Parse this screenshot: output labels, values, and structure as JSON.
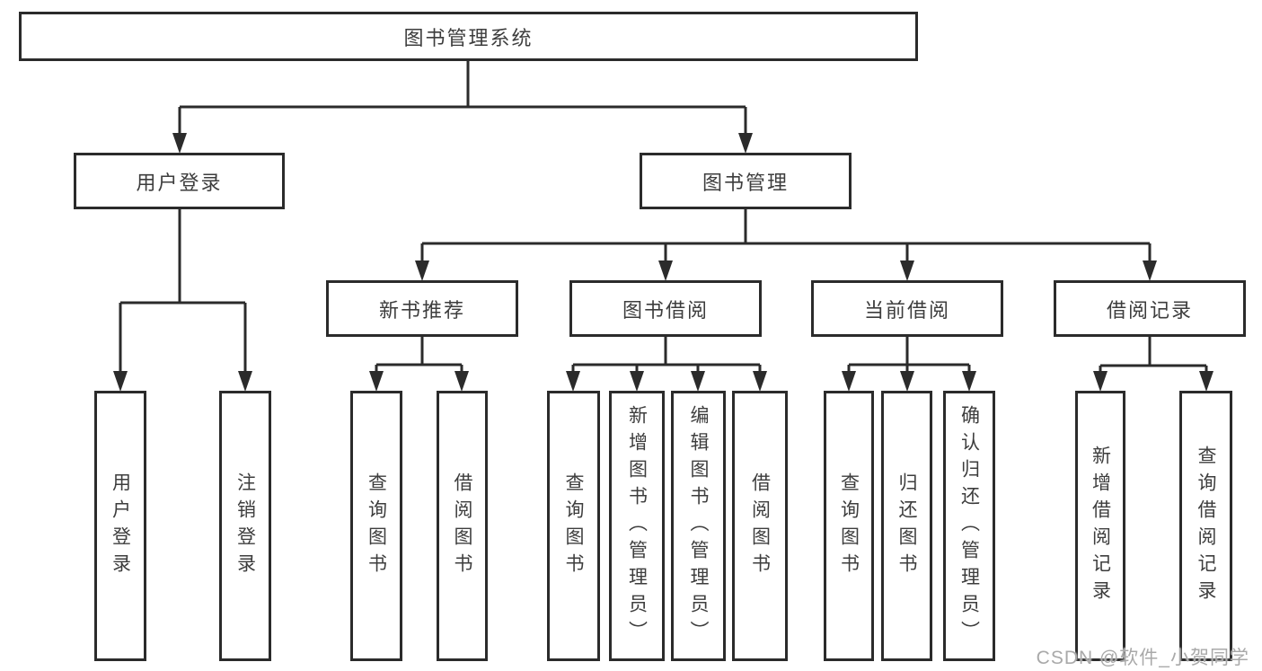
{
  "tree": {
    "root": {
      "label": "图书管理系统"
    },
    "branches": [
      {
        "label": "用户登录",
        "children": [
          {
            "label": "用户登录"
          },
          {
            "label": "注销登录"
          }
        ]
      },
      {
        "label": "图书管理",
        "children": [
          {
            "label": "新书推荐",
            "children": [
              {
                "label": "查询图书"
              },
              {
                "label": "借阅图书"
              }
            ]
          },
          {
            "label": "图书借阅",
            "children": [
              {
                "label": "查询图书"
              },
              {
                "label": "新增图书（管理员）"
              },
              {
                "label": "编辑图书（管理员）"
              },
              {
                "label": "借阅图书"
              }
            ]
          },
          {
            "label": "当前借阅",
            "children": [
              {
                "label": "查询图书"
              },
              {
                "label": "归还图书"
              },
              {
                "label": "确认归还（管理员）"
              }
            ]
          },
          {
            "label": "借阅记录",
            "children": [
              {
                "label": "新增借阅记录"
              },
              {
                "label": "查询借阅记录"
              }
            ]
          }
        ]
      }
    ]
  },
  "watermark": {
    "text": "CSDN @软件_小贺同学"
  },
  "colors": {
    "line": "#2b2b2b",
    "text": "#3d3d3d",
    "watermark": "#a9a9a9",
    "background": "#ffffff"
  }
}
